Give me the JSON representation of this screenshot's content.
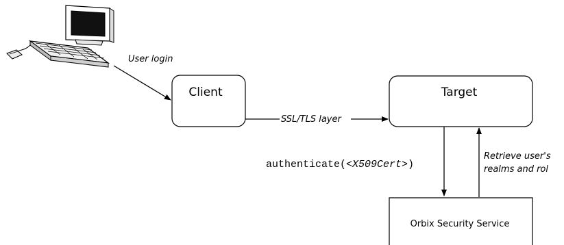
{
  "labels": {
    "user_login": "User login",
    "client": "Client",
    "target": "Target",
    "ssl_layer": "SSL/TLS layer",
    "auth_call_prefix": "authenticate(",
    "auth_call_arg": "<X509Cert>",
    "auth_call_suffix": ")",
    "retrieve_line1": "Retrieve user's",
    "retrieve_line2": "realms and rol",
    "security_service": "Orbix Security Service"
  },
  "icons": {
    "workstation": "computer-workstation-icon"
  }
}
